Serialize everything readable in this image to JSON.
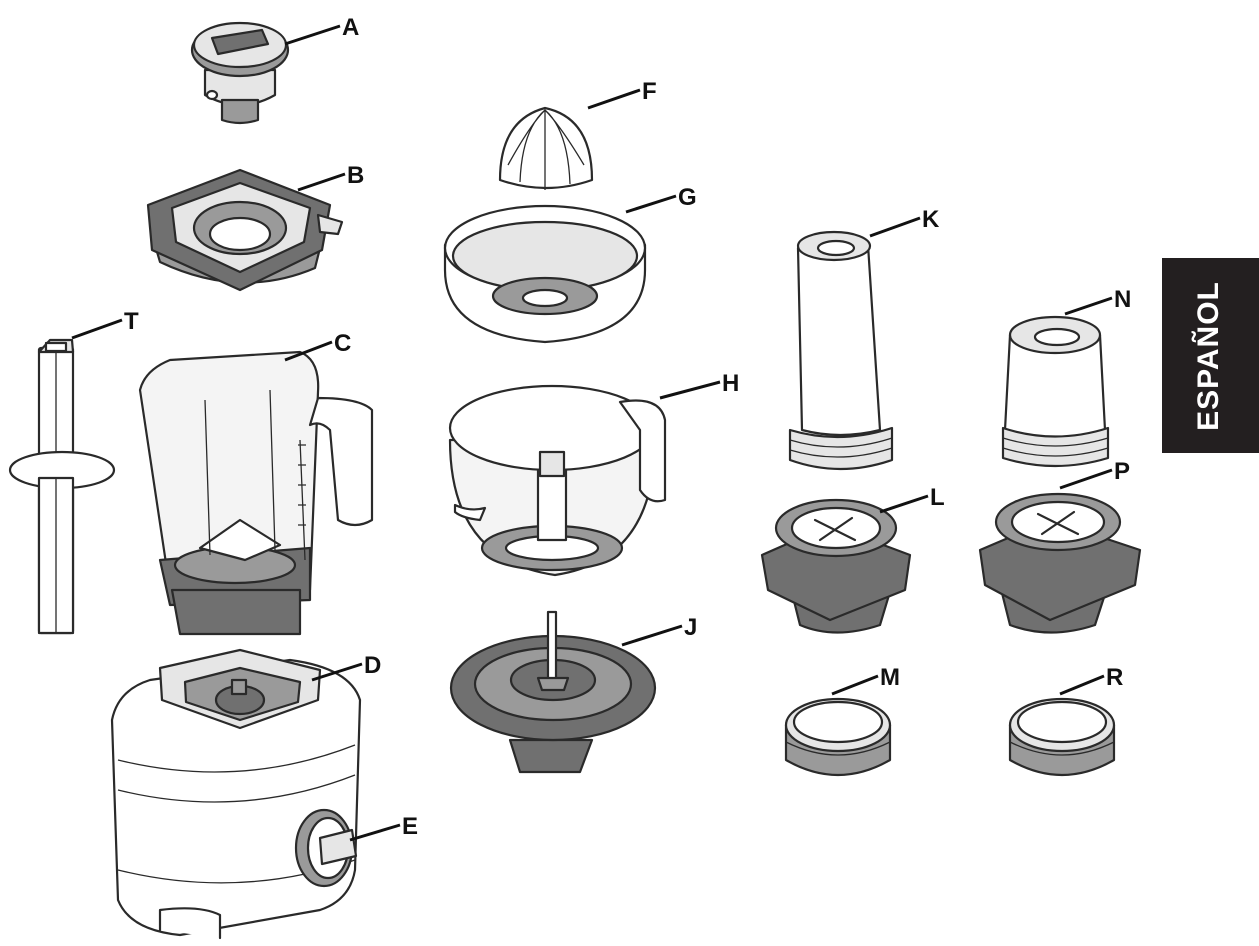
{
  "language_tab": {
    "text": "ESPAÑOL",
    "bg": "#231f20"
  },
  "labels": {
    "A": "A",
    "B": "B",
    "C": "C",
    "D": "D",
    "E": "E",
    "F": "F",
    "G": "G",
    "H": "H",
    "J": "J",
    "K": "K",
    "L": "L",
    "M": "M",
    "N": "N",
    "P": "P",
    "R": "R",
    "T": "T"
  }
}
